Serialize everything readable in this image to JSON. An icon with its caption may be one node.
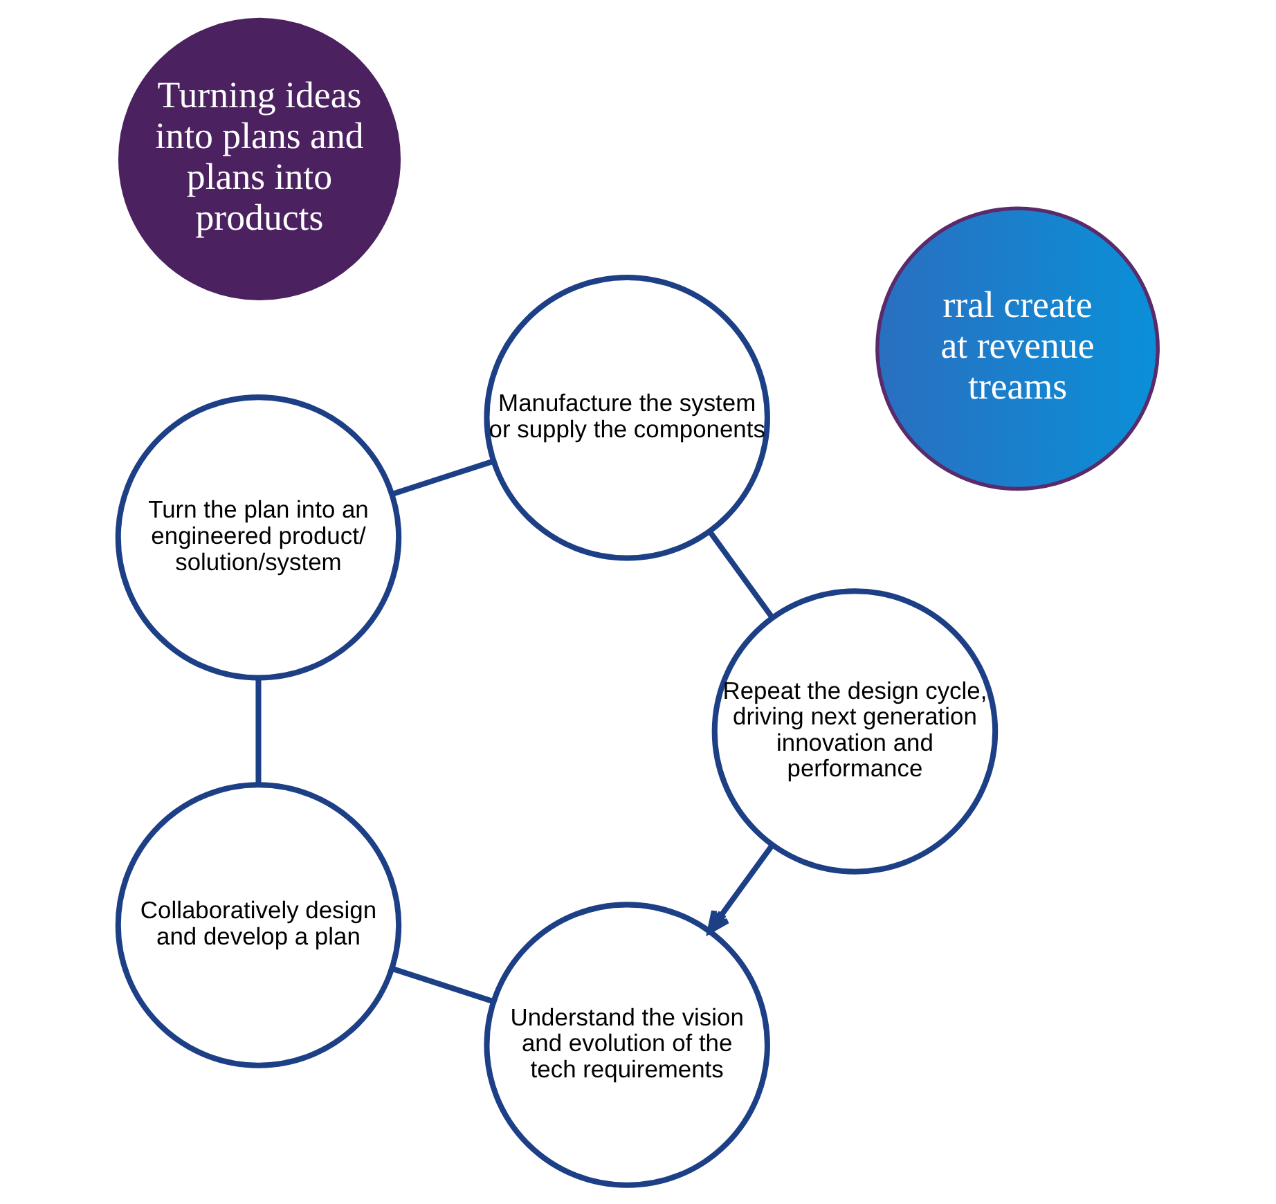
{
  "diagram": {
    "nodes": [
      {
        "text": [
          "rral create at revenue treams"
        ]
      },
      {
        "text": [
          "Turning ideas into plans and plans into products"
        ]
      },
      {
        "text": [
          "Understand the vision and evolution of the tech requirements"
        ]
      },
      {
        "text": [
          "Collaboratively design and develop a plan"
        ]
      },
      {
        "text": [
          "Turn the plan into an engineered product/ solution/system"
        ]
      },
      {
        "text": [
          "Manufacture the system or supply the components"
        ]
      },
      {
        "text": [
          "Repeat the design cycle, driving next generation innovation and performance"
        ]
      }
    ],
    "edges": [
      {
        "from": 2,
        "to": 3,
        "arrow": "none"
      },
      {
        "from": 3,
        "to": 4,
        "arrow": "none"
      },
      {
        "from": 4,
        "to": 5,
        "arrow": "none"
      },
      {
        "from": 5,
        "to": 6,
        "arrow": "none"
      },
      {
        "from": 6,
        "to": 2,
        "arrow": "to"
      }
    ]
  }
}
